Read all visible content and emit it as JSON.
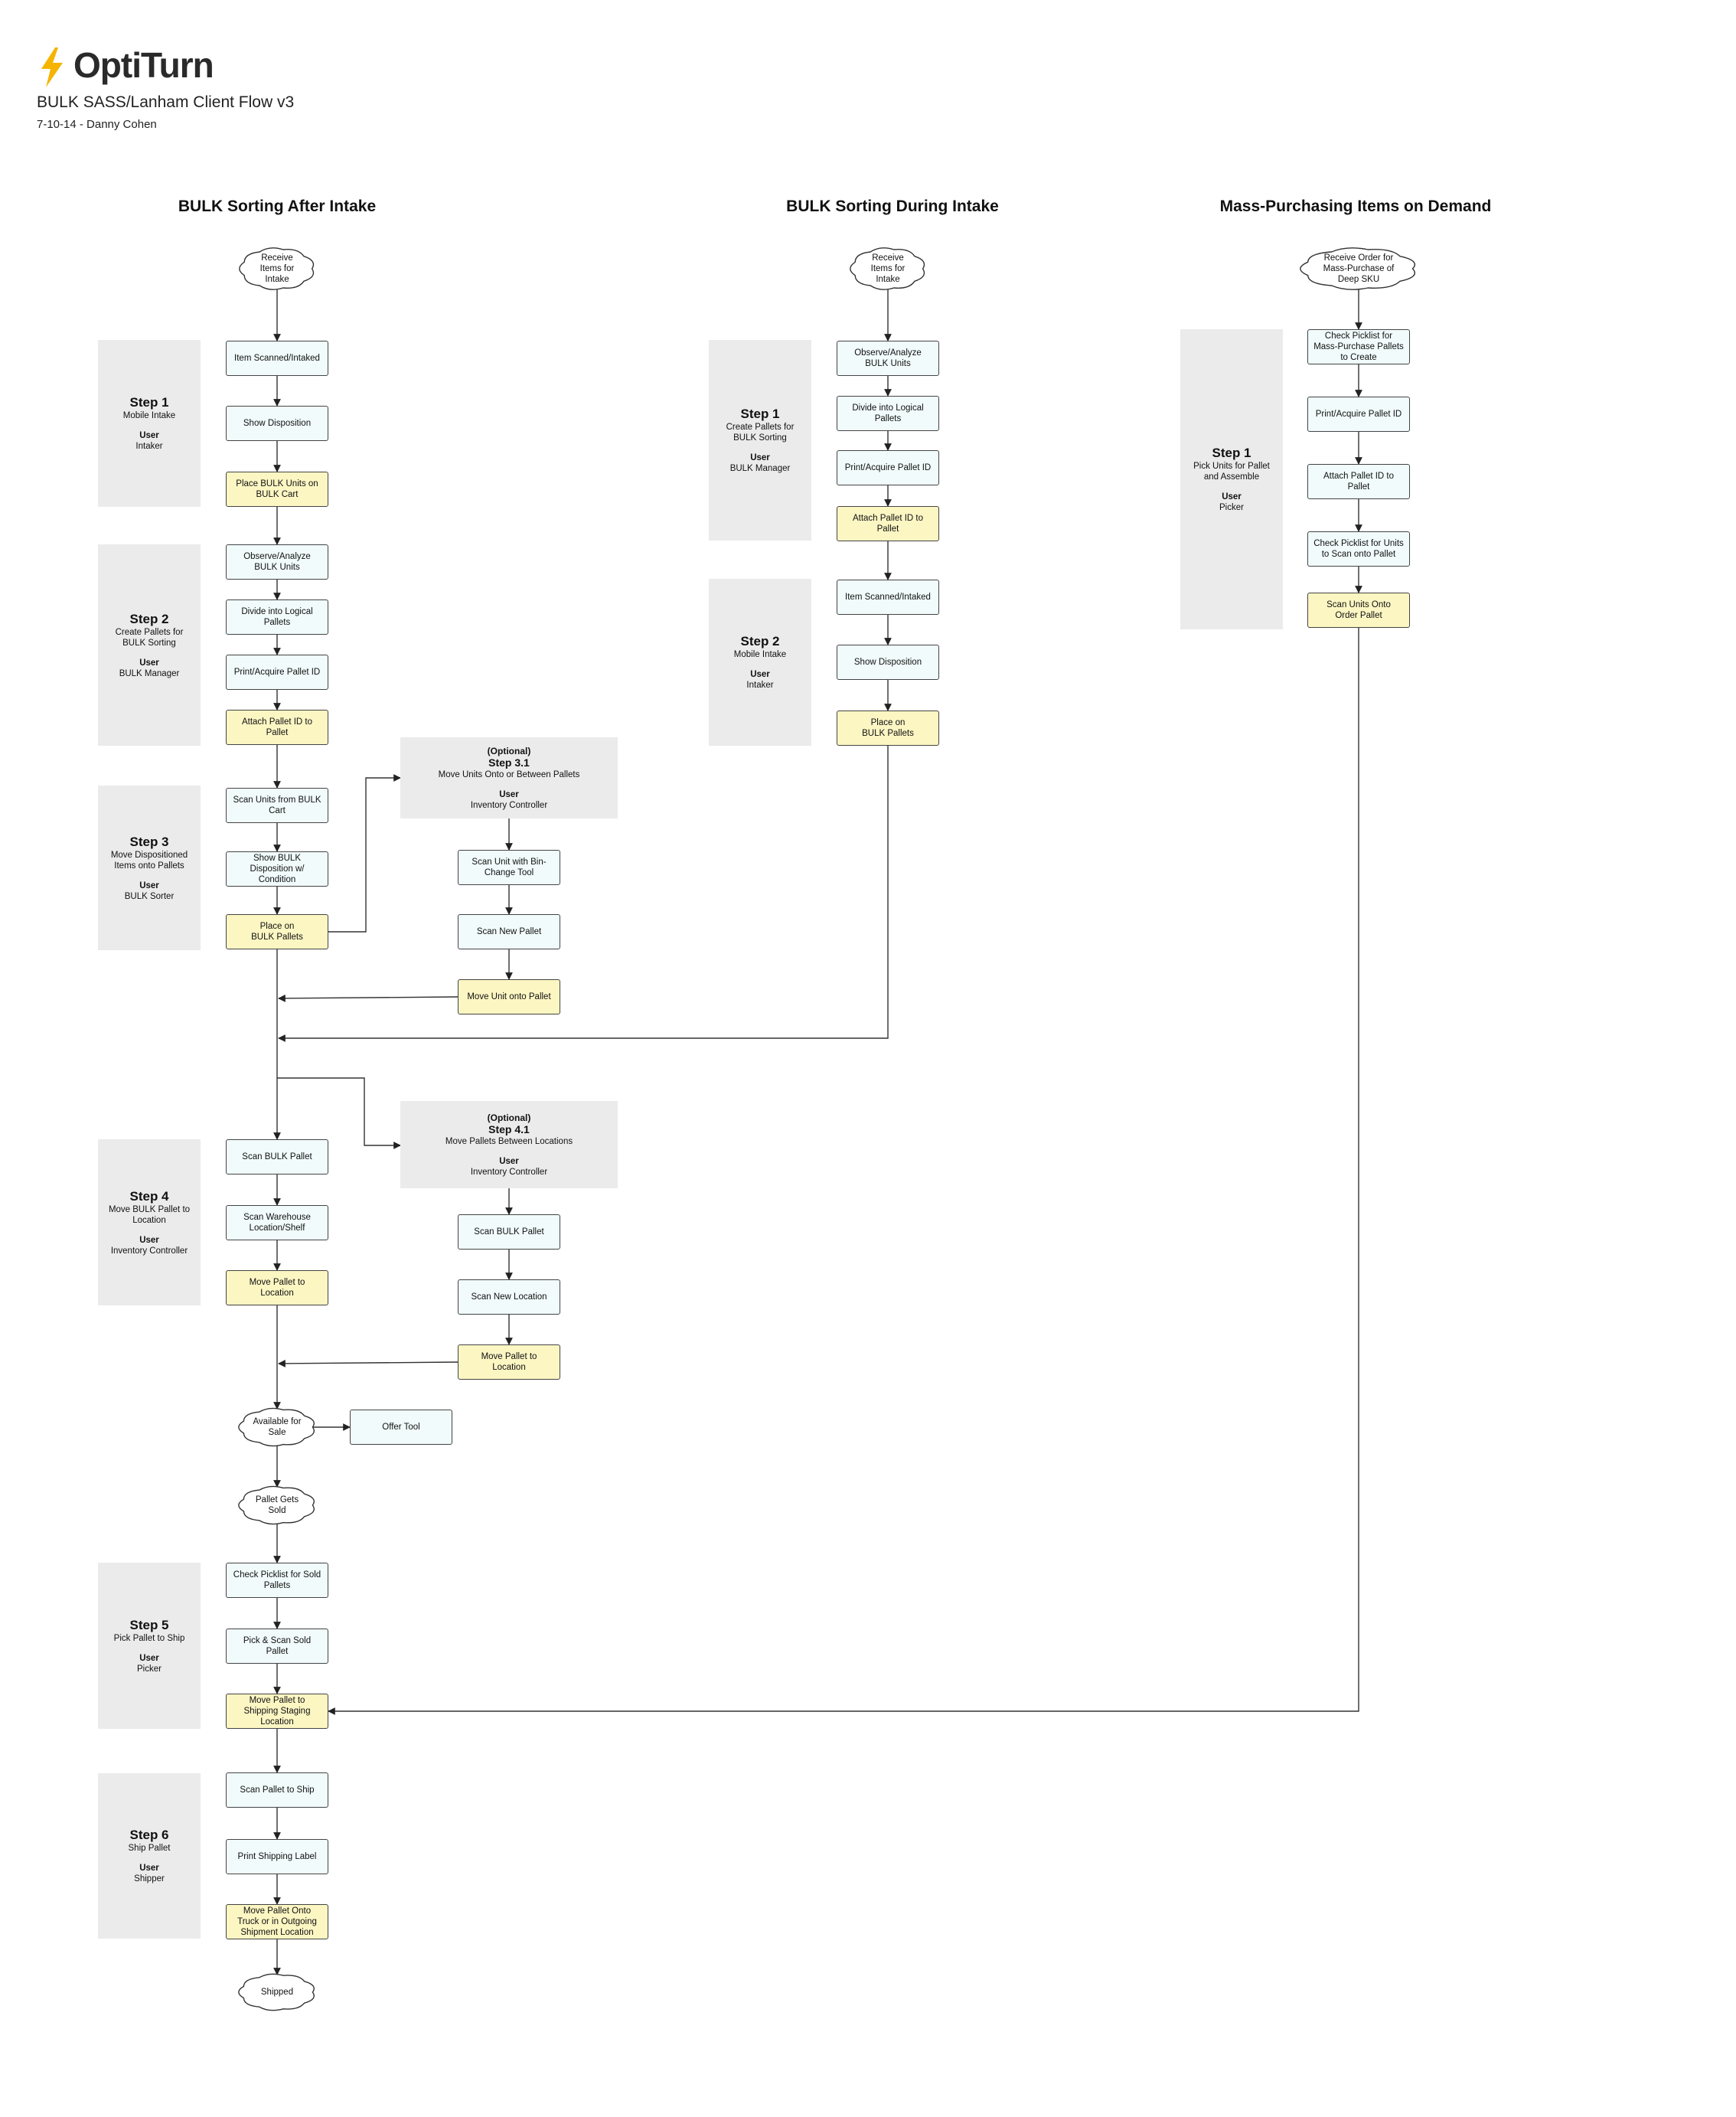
{
  "header": {
    "brand": "OptiTurn",
    "title": "BULK SASS/Lanham Client Flow v3",
    "subtitle": "7-10-14 - Danny Cohen"
  },
  "columns": {
    "after_intake": "BULK Sorting After Intake",
    "during_intake": "BULK Sorting During Intake",
    "mass_purchase": "Mass-Purchasing Items on Demand"
  },
  "colors": {
    "process": "#f1fbfb",
    "action": "#fcf6c3",
    "panel": "#ebebeb",
    "line": "#333333"
  },
  "step_panels": [
    {
      "key": "a1",
      "title": "Step 1",
      "desc": "Mobile Intake",
      "user_label": "User",
      "user": "Intaker"
    },
    {
      "key": "a2",
      "title": "Step 2",
      "desc": "Create Pallets for\nBULK Sorting",
      "user_label": "User",
      "user": "BULK Manager"
    },
    {
      "key": "a3",
      "title": "Step 3",
      "desc": "Move Dispositioned\nItems onto Pallets",
      "user_label": "User",
      "user": "BULK Sorter"
    },
    {
      "key": "a4",
      "title": "Step 4",
      "desc": "Move BULK Pallet to\nLocation",
      "user_label": "User",
      "user": "Inventory Controller"
    },
    {
      "key": "a5",
      "title": "Step 5",
      "desc": "Pick Pallet to Ship",
      "user_label": "User",
      "user": "Picker"
    },
    {
      "key": "a6",
      "title": "Step 6",
      "desc": "Ship Pallet",
      "user_label": "User",
      "user": "Shipper"
    },
    {
      "key": "b1",
      "title": "Step 1",
      "desc": "Create Pallets for\nBULK Sorting",
      "user_label": "User",
      "user": "BULK Manager"
    },
    {
      "key": "b2",
      "title": "Step 2",
      "desc": "Mobile Intake",
      "user_label": "User",
      "user": "Intaker"
    },
    {
      "key": "c1",
      "title": "Step 1",
      "desc": "Pick Units for Pallet\nand Assemble",
      "user_label": "User",
      "user": "Picker"
    },
    {
      "key": "o31",
      "optional": "(Optional)",
      "title": "Step 3.1",
      "desc": "Move Units Onto or Between Pallets",
      "user_label": "User",
      "user": "Inventory Controller"
    },
    {
      "key": "o41",
      "optional": "(Optional)",
      "title": "Step 4.1",
      "desc": "Move Pallets Between Locations",
      "user_label": "User",
      "user": "Inventory Controller"
    }
  ],
  "clouds": [
    {
      "key": "a_start",
      "text": "Receive\nItems for\nIntake"
    },
    {
      "key": "a_avail",
      "text": "Available for\nSale"
    },
    {
      "key": "a_sold",
      "text": "Pallet Gets\nSold"
    },
    {
      "key": "a_shipped",
      "text": "Shipped"
    },
    {
      "key": "b_start",
      "text": "Receive\nItems for\nIntake"
    },
    {
      "key": "c_start",
      "text": "Receive Order for\nMass-Purchase of\nDeep SKU"
    }
  ],
  "boxes": [
    {
      "key": "a1",
      "text": "Item Scanned/Intaked",
      "style": "blue"
    },
    {
      "key": "a2",
      "text": "Show Disposition",
      "style": "blue"
    },
    {
      "key": "a3",
      "text": "Place BULK Units on\nBULK Cart",
      "style": "yellow"
    },
    {
      "key": "a4",
      "text": "Observe/Analyze\nBULK Units",
      "style": "blue"
    },
    {
      "key": "a5",
      "text": "Divide into Logical\nPallets",
      "style": "blue"
    },
    {
      "key": "a6",
      "text": "Print/Acquire Pallet ID",
      "style": "blue"
    },
    {
      "key": "a7",
      "text": "Attach Pallet ID to\nPallet",
      "style": "yellow"
    },
    {
      "key": "a8",
      "text": "Scan Units from BULK\nCart",
      "style": "blue"
    },
    {
      "key": "a9",
      "text": "Show BULK\nDisposition w/\nCondition",
      "style": "blue"
    },
    {
      "key": "a10",
      "text": "Place on\nBULK Pallets",
      "style": "yellow"
    },
    {
      "key": "a11",
      "text": "Scan BULK Pallet",
      "style": "blue"
    },
    {
      "key": "a12",
      "text": "Scan Warehouse\nLocation/Shelf",
      "style": "blue"
    },
    {
      "key": "a13",
      "text": "Move Pallet to\nLocation",
      "style": "yellow"
    },
    {
      "key": "a14",
      "text": "Offer Tool",
      "style": "blue"
    },
    {
      "key": "a15",
      "text": "Check Picklist for Sold\nPallets",
      "style": "blue"
    },
    {
      "key": "a16",
      "text": "Pick & Scan Sold\nPallet",
      "style": "blue"
    },
    {
      "key": "a17",
      "text": "Move Pallet to\nShipping Staging\nLocation",
      "style": "yellow"
    },
    {
      "key": "a18",
      "text": "Scan Pallet to Ship",
      "style": "blue"
    },
    {
      "key": "a19",
      "text": "Print Shipping Label",
      "style": "blue"
    },
    {
      "key": "a20",
      "text": "Move Pallet Onto\nTruck or in Outgoing\nShipment Location",
      "style": "yellow"
    },
    {
      "key": "o1",
      "text": "Scan Unit with Bin-\nChange Tool",
      "style": "blue"
    },
    {
      "key": "o2",
      "text": "Scan New Pallet",
      "style": "blue"
    },
    {
      "key": "o3",
      "text": "Move Unit onto Pallet",
      "style": "yellow"
    },
    {
      "key": "o4",
      "text": "Scan BULK Pallet",
      "style": "blue"
    },
    {
      "key": "o5",
      "text": "Scan New Location",
      "style": "blue"
    },
    {
      "key": "o6",
      "text": "Move Pallet to\nLocation",
      "style": "yellow"
    },
    {
      "key": "b1",
      "text": "Observe/Analyze\nBULK Units",
      "style": "blue"
    },
    {
      "key": "b2",
      "text": "Divide into Logical\nPallets",
      "style": "blue"
    },
    {
      "key": "b3",
      "text": "Print/Acquire Pallet ID",
      "style": "blue"
    },
    {
      "key": "b4",
      "text": "Attach Pallet ID to\nPallet",
      "style": "yellow"
    },
    {
      "key": "b5",
      "text": "Item Scanned/Intaked",
      "style": "blue"
    },
    {
      "key": "b6",
      "text": "Show Disposition",
      "style": "blue"
    },
    {
      "key": "b7",
      "text": "Place on\nBULK Pallets",
      "style": "yellow"
    },
    {
      "key": "c1",
      "text": "Check Picklist for\nMass-Purchase Pallets\nto Create",
      "style": "blue"
    },
    {
      "key": "c2",
      "text": "Print/Acquire Pallet ID",
      "style": "blue"
    },
    {
      "key": "c3",
      "text": "Attach Pallet ID to\nPallet",
      "style": "blue"
    },
    {
      "key": "c4",
      "text": "Check Picklist for Units\nto Scan onto Pallet",
      "style": "blue"
    },
    {
      "key": "c5",
      "text": "Scan Units Onto\nOrder Pallet",
      "style": "yellow"
    }
  ]
}
